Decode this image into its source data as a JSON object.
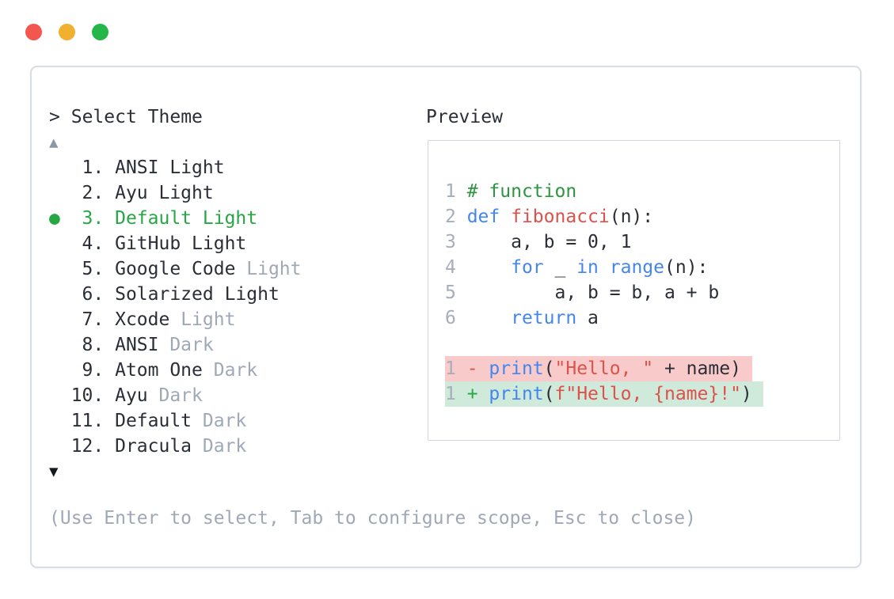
{
  "colors": {
    "text_dark": "#2a2e37",
    "text_muted": "#9fa8b6",
    "accent_green": "#27a644",
    "keyword_blue": "#4486f0",
    "string_red": "#de514b",
    "comment_green": "#2d9641",
    "line_number_gray": "#a6adbb",
    "diff_del_bg": "#f8cbca",
    "diff_add_bg": "#cfe9da",
    "panel_border": "#d8dce3",
    "preview_border": "#d0d6de",
    "scroll_up_gray": "#8d97a9"
  },
  "window_controls": [
    {
      "name": "close",
      "color": "#f2564d"
    },
    {
      "name": "minimize",
      "color": "#f1b02e"
    },
    {
      "name": "zoom",
      "color": "#24b648"
    }
  ],
  "prompt": {
    "caret": ">",
    "title": "Select Theme"
  },
  "theme_list": {
    "selected_marker": "●",
    "scroll_up": "▲",
    "scroll_down": "▼",
    "items": [
      {
        "number": "1",
        "name": "ANSI",
        "variant": "Light",
        "variant_muted": false,
        "selected": false
      },
      {
        "number": "2",
        "name": "Ayu",
        "variant": "Light",
        "variant_muted": false,
        "selected": false
      },
      {
        "number": "3",
        "name": "Default",
        "variant": "Light",
        "variant_muted": false,
        "selected": true
      },
      {
        "number": "4",
        "name": "GitHub",
        "variant": "Light",
        "variant_muted": false,
        "selected": false
      },
      {
        "number": "5",
        "name": "Google Code",
        "variant": "Light",
        "variant_muted": true,
        "selected": false
      },
      {
        "number": "6",
        "name": "Solarized",
        "variant": "Light",
        "variant_muted": false,
        "selected": false
      },
      {
        "number": "7",
        "name": "Xcode",
        "variant": "Light",
        "variant_muted": true,
        "selected": false
      },
      {
        "number": "8",
        "name": "ANSI",
        "variant": "Dark",
        "variant_muted": true,
        "selected": false
      },
      {
        "number": "9",
        "name": "Atom One",
        "variant": "Dark",
        "variant_muted": true,
        "selected": false
      },
      {
        "number": "10",
        "name": "Ayu",
        "variant": "Dark",
        "variant_muted": true,
        "selected": false
      },
      {
        "number": "11",
        "name": "Default",
        "variant": "Dark",
        "variant_muted": true,
        "selected": false
      },
      {
        "number": "12",
        "name": "Dracula",
        "variant": "Dark",
        "variant_muted": true,
        "selected": false
      }
    ]
  },
  "preview": {
    "label": "Preview",
    "lines": [
      {
        "number": "1",
        "tokens": [
          [
            "comment",
            "# function"
          ]
        ]
      },
      {
        "number": "2",
        "tokens": [
          [
            "kw",
            "def"
          ],
          [
            "plain",
            " "
          ],
          [
            "fn",
            "fibonacci"
          ],
          [
            "plain",
            "(n):"
          ]
        ]
      },
      {
        "number": "3",
        "tokens": [
          [
            "plain",
            "    a, b = 0, 1"
          ]
        ]
      },
      {
        "number": "4",
        "tokens": [
          [
            "plain",
            "    "
          ],
          [
            "kw",
            "for"
          ],
          [
            "plain",
            " _ "
          ],
          [
            "kw",
            "in"
          ],
          [
            "plain",
            " "
          ],
          [
            "kw",
            "range"
          ],
          [
            "plain",
            "(n):"
          ]
        ]
      },
      {
        "number": "5",
        "tokens": [
          [
            "plain",
            "        a, b = b, a + b"
          ]
        ]
      },
      {
        "number": "6",
        "tokens": [
          [
            "plain",
            "    "
          ],
          [
            "kw",
            "return"
          ],
          [
            "plain",
            " a"
          ]
        ]
      },
      {
        "blank": true
      },
      {
        "number": "1",
        "diff": "del",
        "tokens": [
          [
            "del",
            "- "
          ],
          [
            "kw",
            "print"
          ],
          [
            "plain",
            "("
          ],
          [
            "str",
            "\"Hello, \""
          ],
          [
            "plain",
            " + name)"
          ]
        ]
      },
      {
        "number": "1",
        "diff": "add",
        "tokens": [
          [
            "add",
            "+ "
          ],
          [
            "kw",
            "print"
          ],
          [
            "plain",
            "("
          ],
          [
            "str",
            "f\"Hello, {name}!\""
          ],
          [
            "plain",
            ")"
          ]
        ]
      }
    ]
  },
  "hint": "(Use Enter to select, Tab to configure scope, Esc to close)"
}
